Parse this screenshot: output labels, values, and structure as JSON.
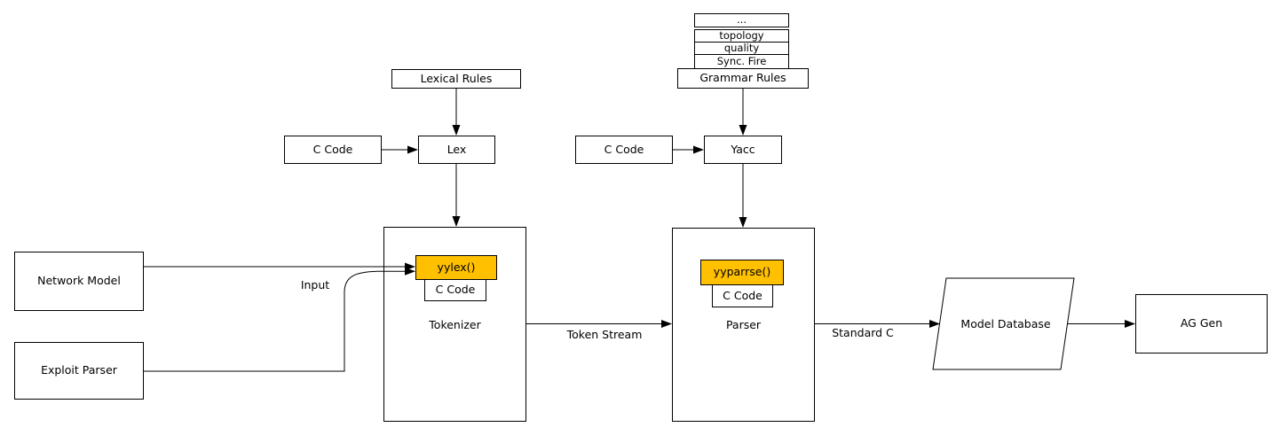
{
  "diagram": {
    "colors": {
      "background": "#ffffff",
      "stroke": "#000000",
      "highlight": "#FFC000"
    },
    "stack": {
      "rows": [
        "...",
        "topology",
        "quality",
        "Sync. Fire"
      ],
      "base": "Grammar Rules"
    },
    "nodes": {
      "lexical_rules": "Lexical Rules",
      "c_code_lex": "C Code",
      "lex": "Lex",
      "c_code_yacc": "C Code",
      "yacc": "Yacc",
      "network_model": "Network Model",
      "exploit_parser": "Exploit Parser",
      "tokenizer": "Tokenizer",
      "yylex": "yylex()",
      "c_code_tokenizer": "C Code",
      "parser": "Parser",
      "yyparrse": "yyparrse()",
      "c_code_parser": "C Code",
      "model_database": "Model Database",
      "ag_gen": "AG Gen"
    },
    "edge_labels": {
      "input": "Input",
      "token_stream": "Token Stream",
      "standard_c": "Standard C"
    }
  }
}
